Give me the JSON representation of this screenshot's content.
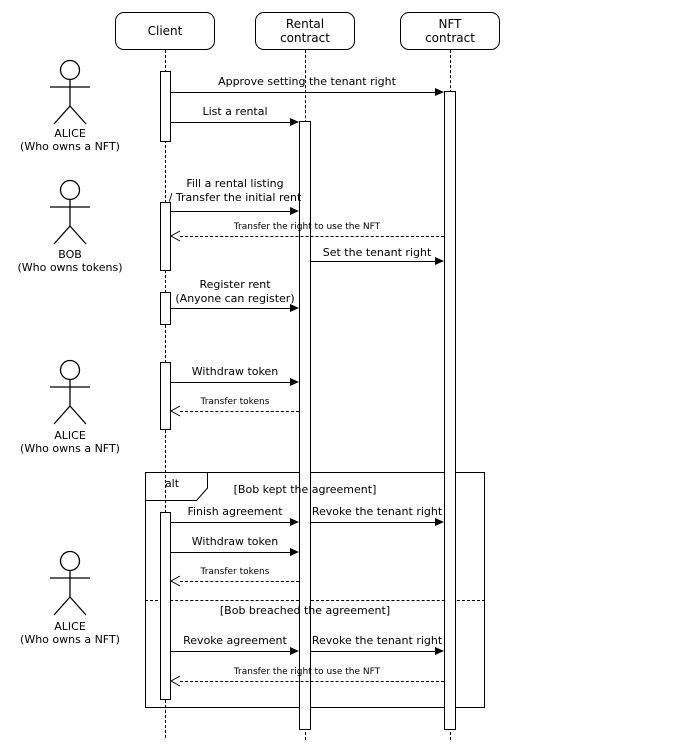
{
  "participants": [
    {
      "name": "Client"
    },
    {
      "name": "Rental\ncontract"
    },
    {
      "name": "NFT\ncontract"
    }
  ],
  "actors": [
    {
      "name": "ALICE",
      "role": "(Who owns a NFT)"
    },
    {
      "name": "BOB",
      "role": "(Who owns tokens)"
    },
    {
      "name": "ALICE",
      "role": "(Who owns a NFT)"
    },
    {
      "name": "ALICE",
      "role": "(Who owns a NFT)"
    }
  ],
  "messages": {
    "approve": "Approve setting the tenant right",
    "list": "List a rental",
    "fill": "Fill a rental listing\n/ Transfer the initial rent",
    "transfer_right_1": "Transfer the right to use the NFT",
    "set_tenant": "Set the tenant right",
    "register": "Register rent\n(Anyone can register)",
    "withdraw_1": "Withdraw token",
    "transfer_tokens_1": "Transfer tokens",
    "finish": "Finish agreement",
    "revoke_tenant_1": "Revoke the tenant right",
    "withdraw_2": "Withdraw token",
    "transfer_tokens_2": "Transfer tokens",
    "revoke_agreement": "Revoke agreement",
    "revoke_tenant_2": "Revoke the tenant right",
    "transfer_right_2": "Transfer the right to use the NFT"
  },
  "alt": {
    "operator": "alt",
    "guard_kept": "[Bob kept the agreement]",
    "guard_breached": "[Bob breached the agreement]"
  },
  "colors": {
    "stroke": "#000000",
    "background": "#ffffff"
  }
}
